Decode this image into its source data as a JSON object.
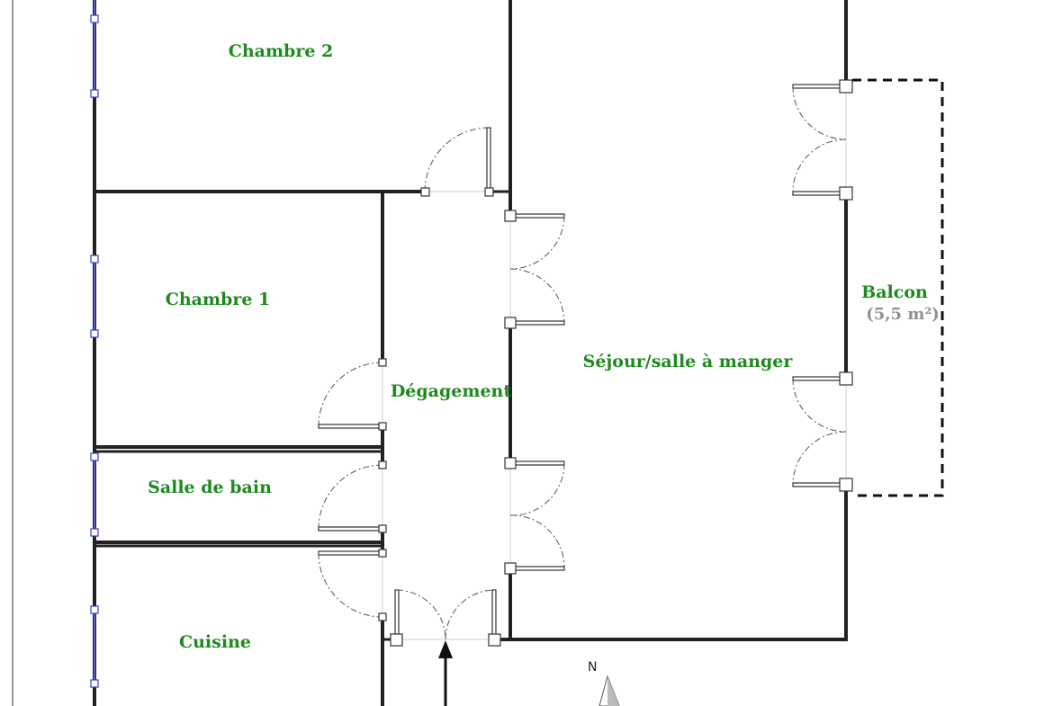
{
  "colors": {
    "room_label": "#1e8a1e",
    "area_label": "#909090",
    "wall": "#222222",
    "window": "#4040e0"
  },
  "rooms": {
    "chambre2": "Chambre 2",
    "chambre1": "Chambre 1",
    "salle_de_bain": "Salle de bain",
    "cuisine": "Cuisine",
    "degagement": "Dégagement",
    "sejour": "Séjour/salle à manger",
    "balcon": "Balcon",
    "balcon_area": "(5,5 m²)"
  },
  "compass": {
    "label": "N"
  },
  "entrance": {
    "icon": "arrow-up-icon"
  }
}
